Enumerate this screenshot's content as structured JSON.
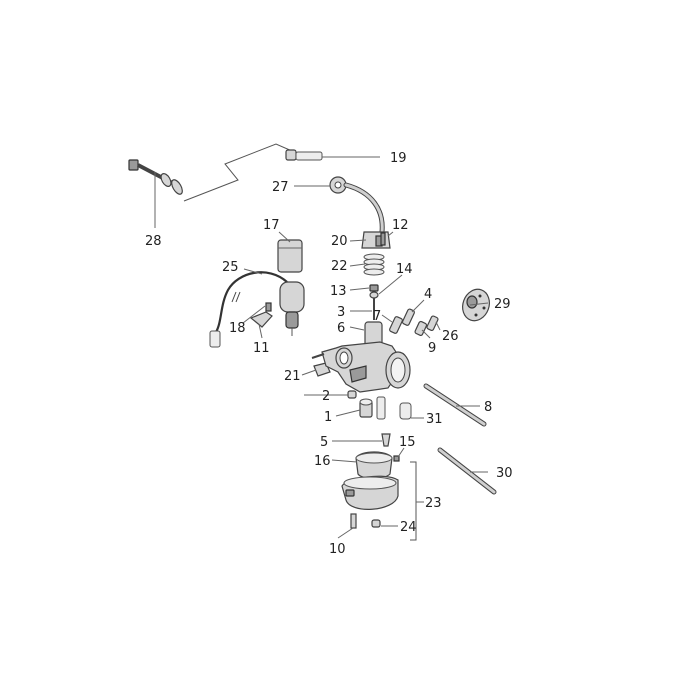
{
  "labels": [
    {
      "id": "1",
      "text": "1"
    },
    {
      "id": "2",
      "text": "2"
    },
    {
      "id": "3",
      "text": "3"
    },
    {
      "id": "4",
      "text": "4"
    },
    {
      "id": "5",
      "text": "5"
    },
    {
      "id": "6",
      "text": "6"
    },
    {
      "id": "7",
      "text": "7"
    },
    {
      "id": "8",
      "text": "8"
    },
    {
      "id": "9",
      "text": "9"
    },
    {
      "id": "10",
      "text": "10"
    },
    {
      "id": "11",
      "text": "11"
    },
    {
      "id": "12",
      "text": "12"
    },
    {
      "id": "13",
      "text": "13"
    },
    {
      "id": "14",
      "text": "14"
    },
    {
      "id": "15",
      "text": "15"
    },
    {
      "id": "16",
      "text": "16"
    },
    {
      "id": "17",
      "text": "17"
    },
    {
      "id": "18",
      "text": "18"
    },
    {
      "id": "19",
      "text": "19"
    },
    {
      "id": "20",
      "text": "20"
    },
    {
      "id": "21",
      "text": "21"
    },
    {
      "id": "22",
      "text": "22"
    },
    {
      "id": "23",
      "text": "23"
    },
    {
      "id": "24",
      "text": "24"
    },
    {
      "id": "25",
      "text": "25"
    },
    {
      "id": "26",
      "text": "26"
    },
    {
      "id": "27",
      "text": "27"
    },
    {
      "id": "28",
      "text": "28"
    },
    {
      "id": "29",
      "text": "29"
    },
    {
      "id": "30",
      "text": "30"
    },
    {
      "id": "31",
      "text": "31"
    }
  ]
}
